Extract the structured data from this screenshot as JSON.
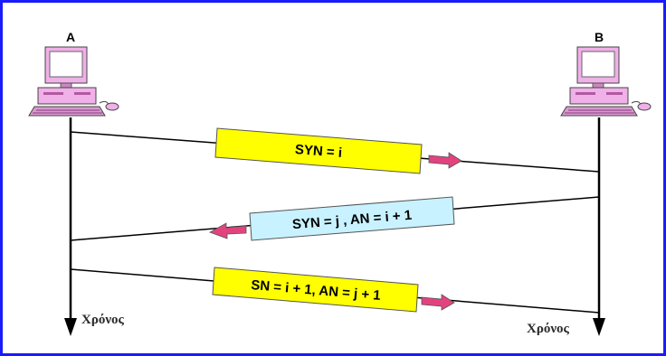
{
  "host_a": {
    "label": "A"
  },
  "host_b": {
    "label": "B"
  },
  "time_axis_a": "Χρόνος",
  "time_axis_b": "Χρόνος",
  "messages": [
    {
      "text": "SYN = i",
      "color": "#ffff00"
    },
    {
      "text": "SYN = j , AN = i + 1",
      "color": "#c8f2ff"
    },
    {
      "text": "SN = i + 1, AN = j + 1",
      "color": "#ffff00"
    }
  ],
  "colors": {
    "frame": "#1a1aff",
    "arrow": "#e2437f",
    "computer": "#f0b0e8"
  }
}
